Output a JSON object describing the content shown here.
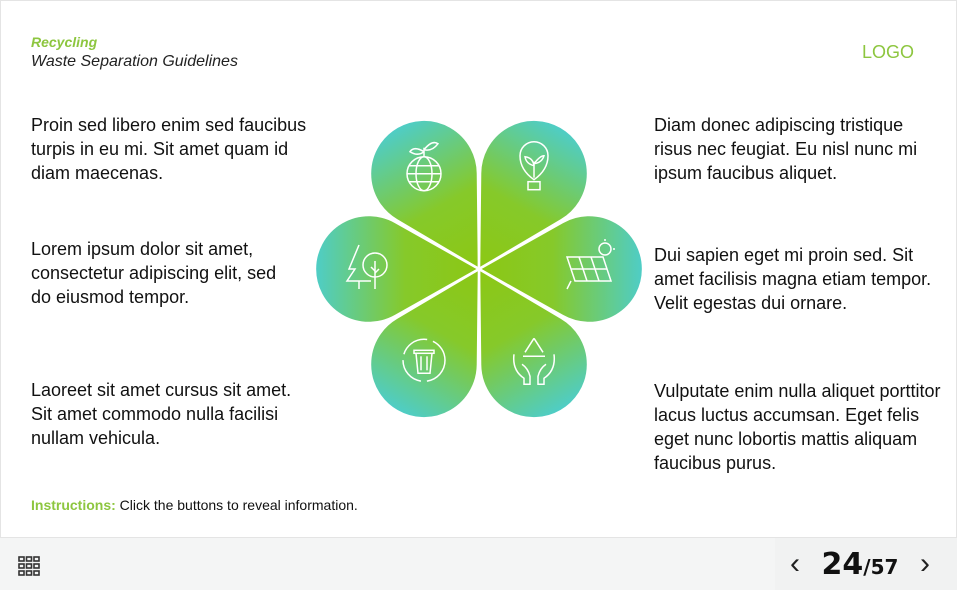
{
  "header": {
    "category": "Recycling",
    "title": "Waste Separation Guidelines",
    "logo": "LOGO"
  },
  "left_texts": [
    "Proin sed libero enim sed faucibus turpis in eu mi. Sit amet quam id diam maecenas.",
    "Lorem ipsum dolor sit amet, consectetur adipiscing elit, sed do eiusmod tempor.",
    "Laoreet sit amet cursus sit amet. Sit amet commodo nulla facilisi nullam vehicula."
  ],
  "right_texts": [
    "Diam donec adipiscing tristique risus nec feugiat. Eu nisl nunc mi ipsum faucibus aliquet.",
    "Dui sapien eget mi proin sed. Sit amet facilisis magna etiam tempor. Velit egestas dui ornare.",
    "Vulputate enim nulla aliquet porttitor lacus luctus accumsan. Eget felis eget nunc lobortis mattis aliquam faucibus purus."
  ],
  "petals": [
    {
      "icon": "globe-plant-icon"
    },
    {
      "icon": "eco-bulb-icon"
    },
    {
      "icon": "solar-panel-icon"
    },
    {
      "icon": "recycle-hands-icon"
    },
    {
      "icon": "recycle-bin-icon"
    },
    {
      "icon": "trees-icon"
    }
  ],
  "colors": {
    "accent": "#8dc63f",
    "petal_inner": "#8cc814",
    "petal_outer": "#4ecdc8"
  },
  "instructions": {
    "label": "Instructions:",
    "text": " Click the buttons to reveal information."
  },
  "footer": {
    "current_page": "24",
    "total_pages": "/57",
    "prev": "‹",
    "next": "›"
  }
}
